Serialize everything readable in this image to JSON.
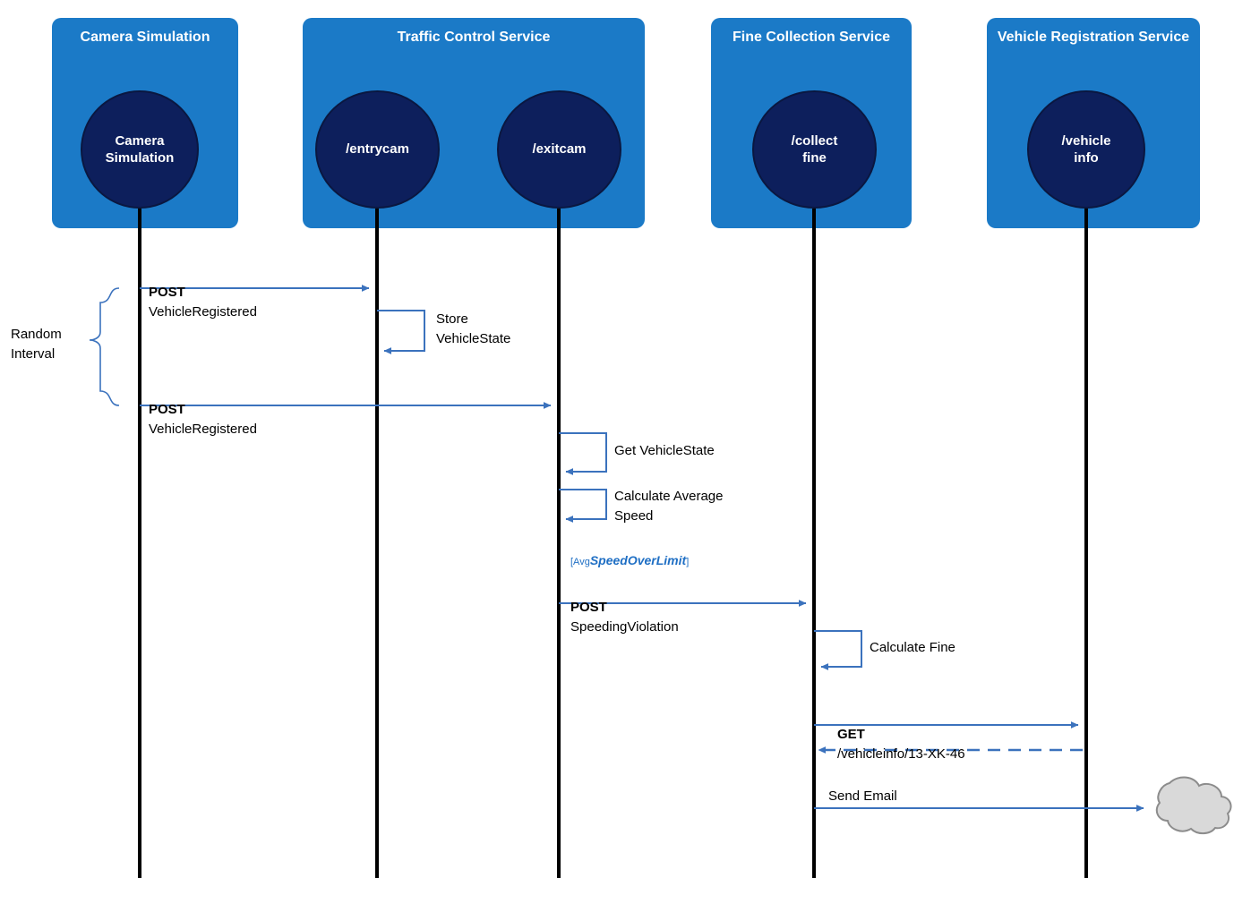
{
  "diagram": {
    "type": "sequence-diagram",
    "colors": {
      "participant_box": "#1b7ac7",
      "endpoint_circle": "#0d1f5c",
      "arrow": "#3b72bd",
      "lifeline": "#000000",
      "guard_text": "#1f6fc4",
      "cloud": "#d9d9d9"
    },
    "participants": [
      {
        "title": "Camera\nSimulation",
        "endpoints": [
          "Camera\nSimulation"
        ]
      },
      {
        "title": "Traffic Control\nService",
        "endpoints": [
          "/entrycam",
          "/exitcam"
        ]
      },
      {
        "title": "Fine Collection\nService",
        "endpoints": [
          "/collect\nfine"
        ]
      },
      {
        "title": "Vehicle Registration\nService",
        "endpoints": [
          "/vehicle\ninfo"
        ]
      }
    ],
    "bracket_label": "Random\nInterval",
    "messages": [
      {
        "verb": "POST",
        "text": "VehicleRegistered",
        "kind": "call"
      },
      {
        "verb": "",
        "text": "Store\nVehicleState",
        "kind": "self"
      },
      {
        "verb": "POST",
        "text": "VehicleRegistered",
        "kind": "call"
      },
      {
        "verb": "",
        "text": "Get VehicleState",
        "kind": "self"
      },
      {
        "verb": "",
        "text": "Calculate Average\nSpeed",
        "kind": "self"
      },
      {
        "verb": "POST",
        "text": "SpeedingViolation",
        "kind": "call",
        "guard_prefix": "[Avg",
        "guard": "SpeedOverLimit",
        "guard_suffix": "]"
      },
      {
        "verb": "",
        "text": "Calculate Fine",
        "kind": "self"
      },
      {
        "verb": "GET",
        "text": "/vehicleinfo/13-XK-46",
        "kind": "call"
      },
      {
        "verb": "",
        "text": "",
        "kind": "return"
      },
      {
        "verb": "",
        "text": "Send Email",
        "kind": "call"
      }
    ]
  }
}
